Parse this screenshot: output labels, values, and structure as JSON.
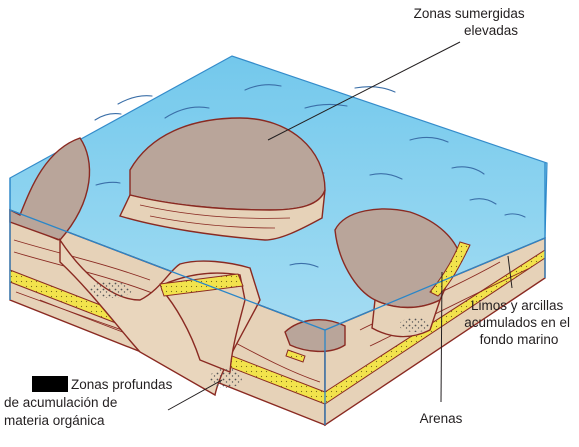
{
  "labels": {
    "submerged_high_zones": [
      "Zonas sumergidas",
      "elevadas"
    ],
    "silts_clays": [
      "Limos y arcillas",
      "acumulados en el",
      "fondo marino"
    ],
    "sands": "Arenas",
    "deep_zones": [
      "Zonas profundas",
      "de acumulación de",
      "materia orgánica"
    ]
  },
  "colors": {
    "water": "#8fd3f0",
    "water_edge": "#2a86c8",
    "sediment": "#e6d2b8",
    "rock_top": "#b9a59a",
    "rock_outline": "#8a2a22",
    "sand": "#f2e34c",
    "redaction": "#000000"
  }
}
